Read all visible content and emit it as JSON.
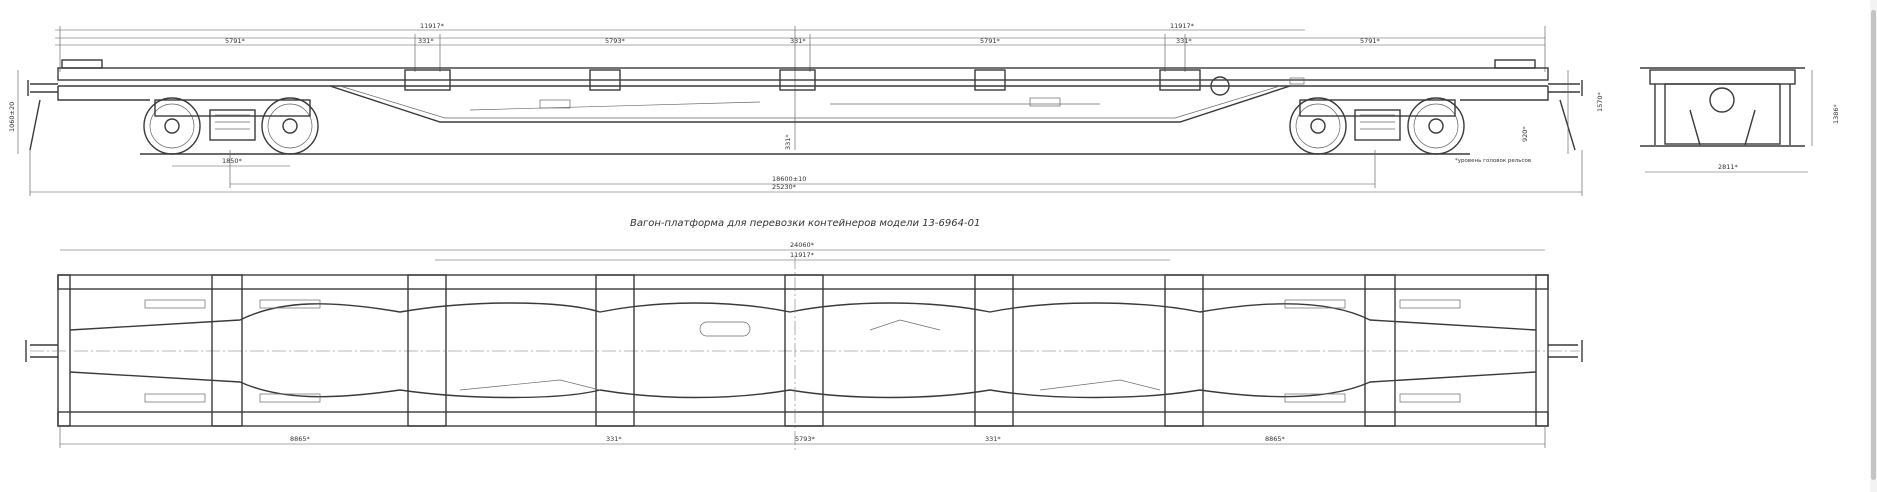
{
  "caption": "Вагон-платформа для перевозки контейнеров модели 13-6964-01",
  "rail_note": "*уровень головок рельсов",
  "side_view": {
    "top_dims": [
      "11917*",
      "11917*"
    ],
    "section_dims": [
      "5791*",
      "331*",
      "5793*",
      "331*",
      "5791*",
      "331*",
      "5791*"
    ],
    "left_height": "1060±20",
    "wheelbase": "1850*",
    "center_height": "331*",
    "bogie_centers": "18600±10",
    "overall_length": "25230*",
    "right_height_a": "920*",
    "right_height_b": "1570*"
  },
  "end_view": {
    "height": "1386*",
    "width": "2811*"
  },
  "plan_view": {
    "top_dims": [
      "24060*",
      "11917*"
    ],
    "bottom_dims": [
      "8865*",
      "331*",
      "5793*",
      "331*",
      "8865*"
    ]
  }
}
